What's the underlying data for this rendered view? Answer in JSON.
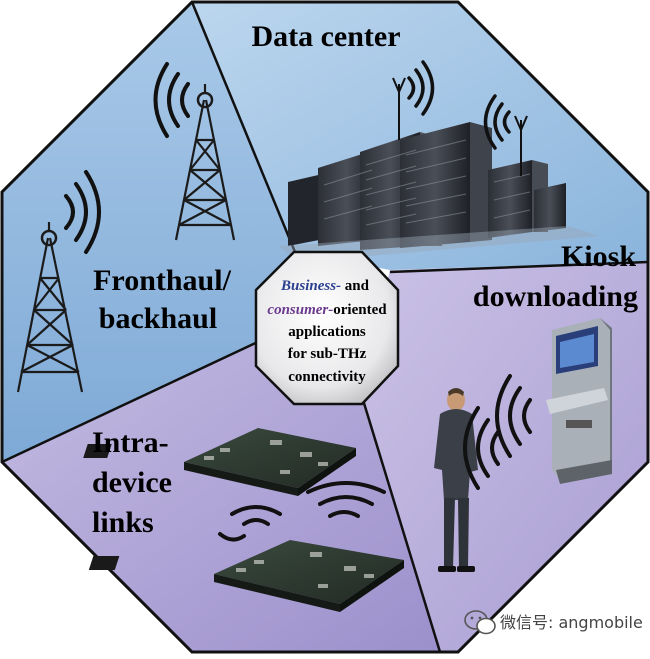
{
  "sectors": {
    "data_center": {
      "label": "Data center",
      "color": "#9fc3e2"
    },
    "fronthaul": {
      "label_line1": "Fronthaul/",
      "label_line2": "backhaul",
      "color": "#8fb8de"
    },
    "kiosk": {
      "label_line1": "Kiosk",
      "label_line2": "downloading",
      "color": "#b9aed9"
    },
    "intra_device": {
      "label_line1": "Intra-",
      "label_line2": "device",
      "label_line3": "links",
      "color": "#b1a7d6"
    }
  },
  "center": {
    "line1_italic": "Business-",
    "line1_rest": " and",
    "line2_italic": "consumer-",
    "line2_rest": "oriented",
    "line3": "applications",
    "line4": "for sub-THz",
    "line5": "connectivity",
    "business_color": "#2a3f8f",
    "consumer_color": "#6b3a8f"
  },
  "watermark": {
    "text": "微信号: angmobile",
    "icon": "wechat-icon"
  }
}
